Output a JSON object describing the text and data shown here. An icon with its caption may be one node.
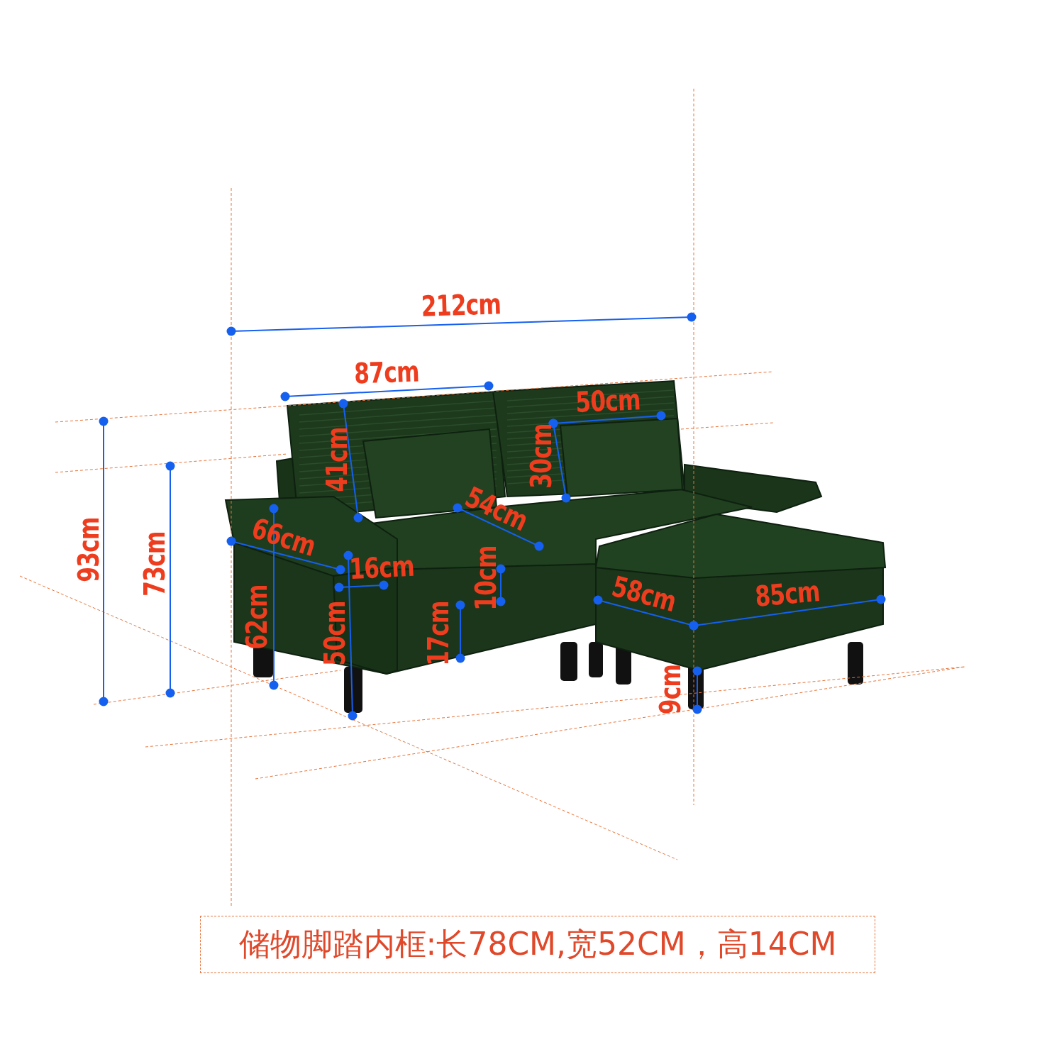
{
  "diagram": {
    "nodes": [
      {
        "text": [
          "储物脚踏内框:长78CM,宽52CM，高14CM"
        ]
      }
    ],
    "edges": [],
    "labels": [
      "212cm",
      "87cm",
      "50cm",
      "41cm",
      "30cm",
      "54cm",
      "93cm",
      "73cm",
      "66cm",
      "16cm",
      "10cm",
      "62cm",
      "50cm",
      "17cm",
      "58cm",
      "85cm",
      "9cm"
    ]
  }
}
